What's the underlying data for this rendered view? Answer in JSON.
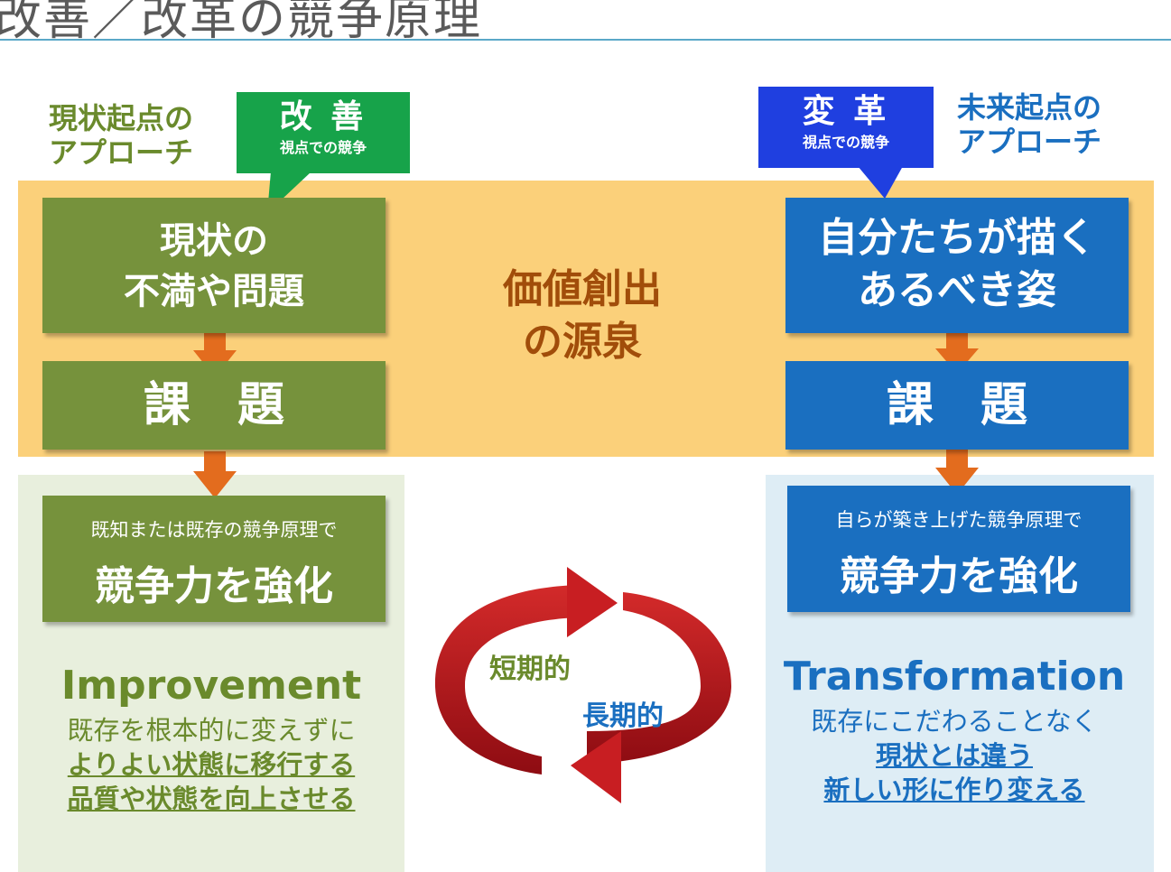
{
  "header": {
    "title": "改善／改革の競争原理"
  },
  "left": {
    "approach_line1": "現状起点の",
    "approach_line2": "アプローチ",
    "tag_main": "改 善",
    "tag_sub_pre": "視点での",
    "tag_sub_bold": "競争",
    "box1_line1": "現状の",
    "box1_line2": "不満や問題",
    "box2": "課　題",
    "box3_small": "既知または既存の競争原理で",
    "box3_big": "競争力を強化",
    "heading": "Improvement",
    "desc1": "既存を根本的に変えずに",
    "desc2": "よりよい状態に移行する",
    "desc3": "品質や状態を向上させる"
  },
  "right": {
    "approach_line1": "未来起点の",
    "approach_line2": "アプローチ",
    "tag_main": "変 革",
    "tag_sub_pre": "視点での",
    "tag_sub_bold": "競争",
    "box1_line1": "自分たちが描く",
    "box1_line2": "あるべき姿",
    "box2": "課　題",
    "box3_small": "自らが築き上げた競争原理で",
    "box3_big": "競争力を強化",
    "heading": "Transformation",
    "desc1": "既存にこだわることなく",
    "desc2": "現状とは違う",
    "desc3": "新しい形に作り変える"
  },
  "center": {
    "line1": "価値創出",
    "line2": "の源泉",
    "cycle_short": "短期的",
    "cycle_long": "長期的"
  },
  "colors": {
    "green": "#76923c",
    "green_tag": "#17a34a",
    "green_text": "#6a8a2c",
    "blue": "#1a6fc0",
    "blue_tag": "#1f3fe0",
    "blue_text": "#1a6fc0",
    "band": "#fbd07a",
    "arrow_orange": "#e36c1e",
    "cycle_red": "#b5141c"
  }
}
